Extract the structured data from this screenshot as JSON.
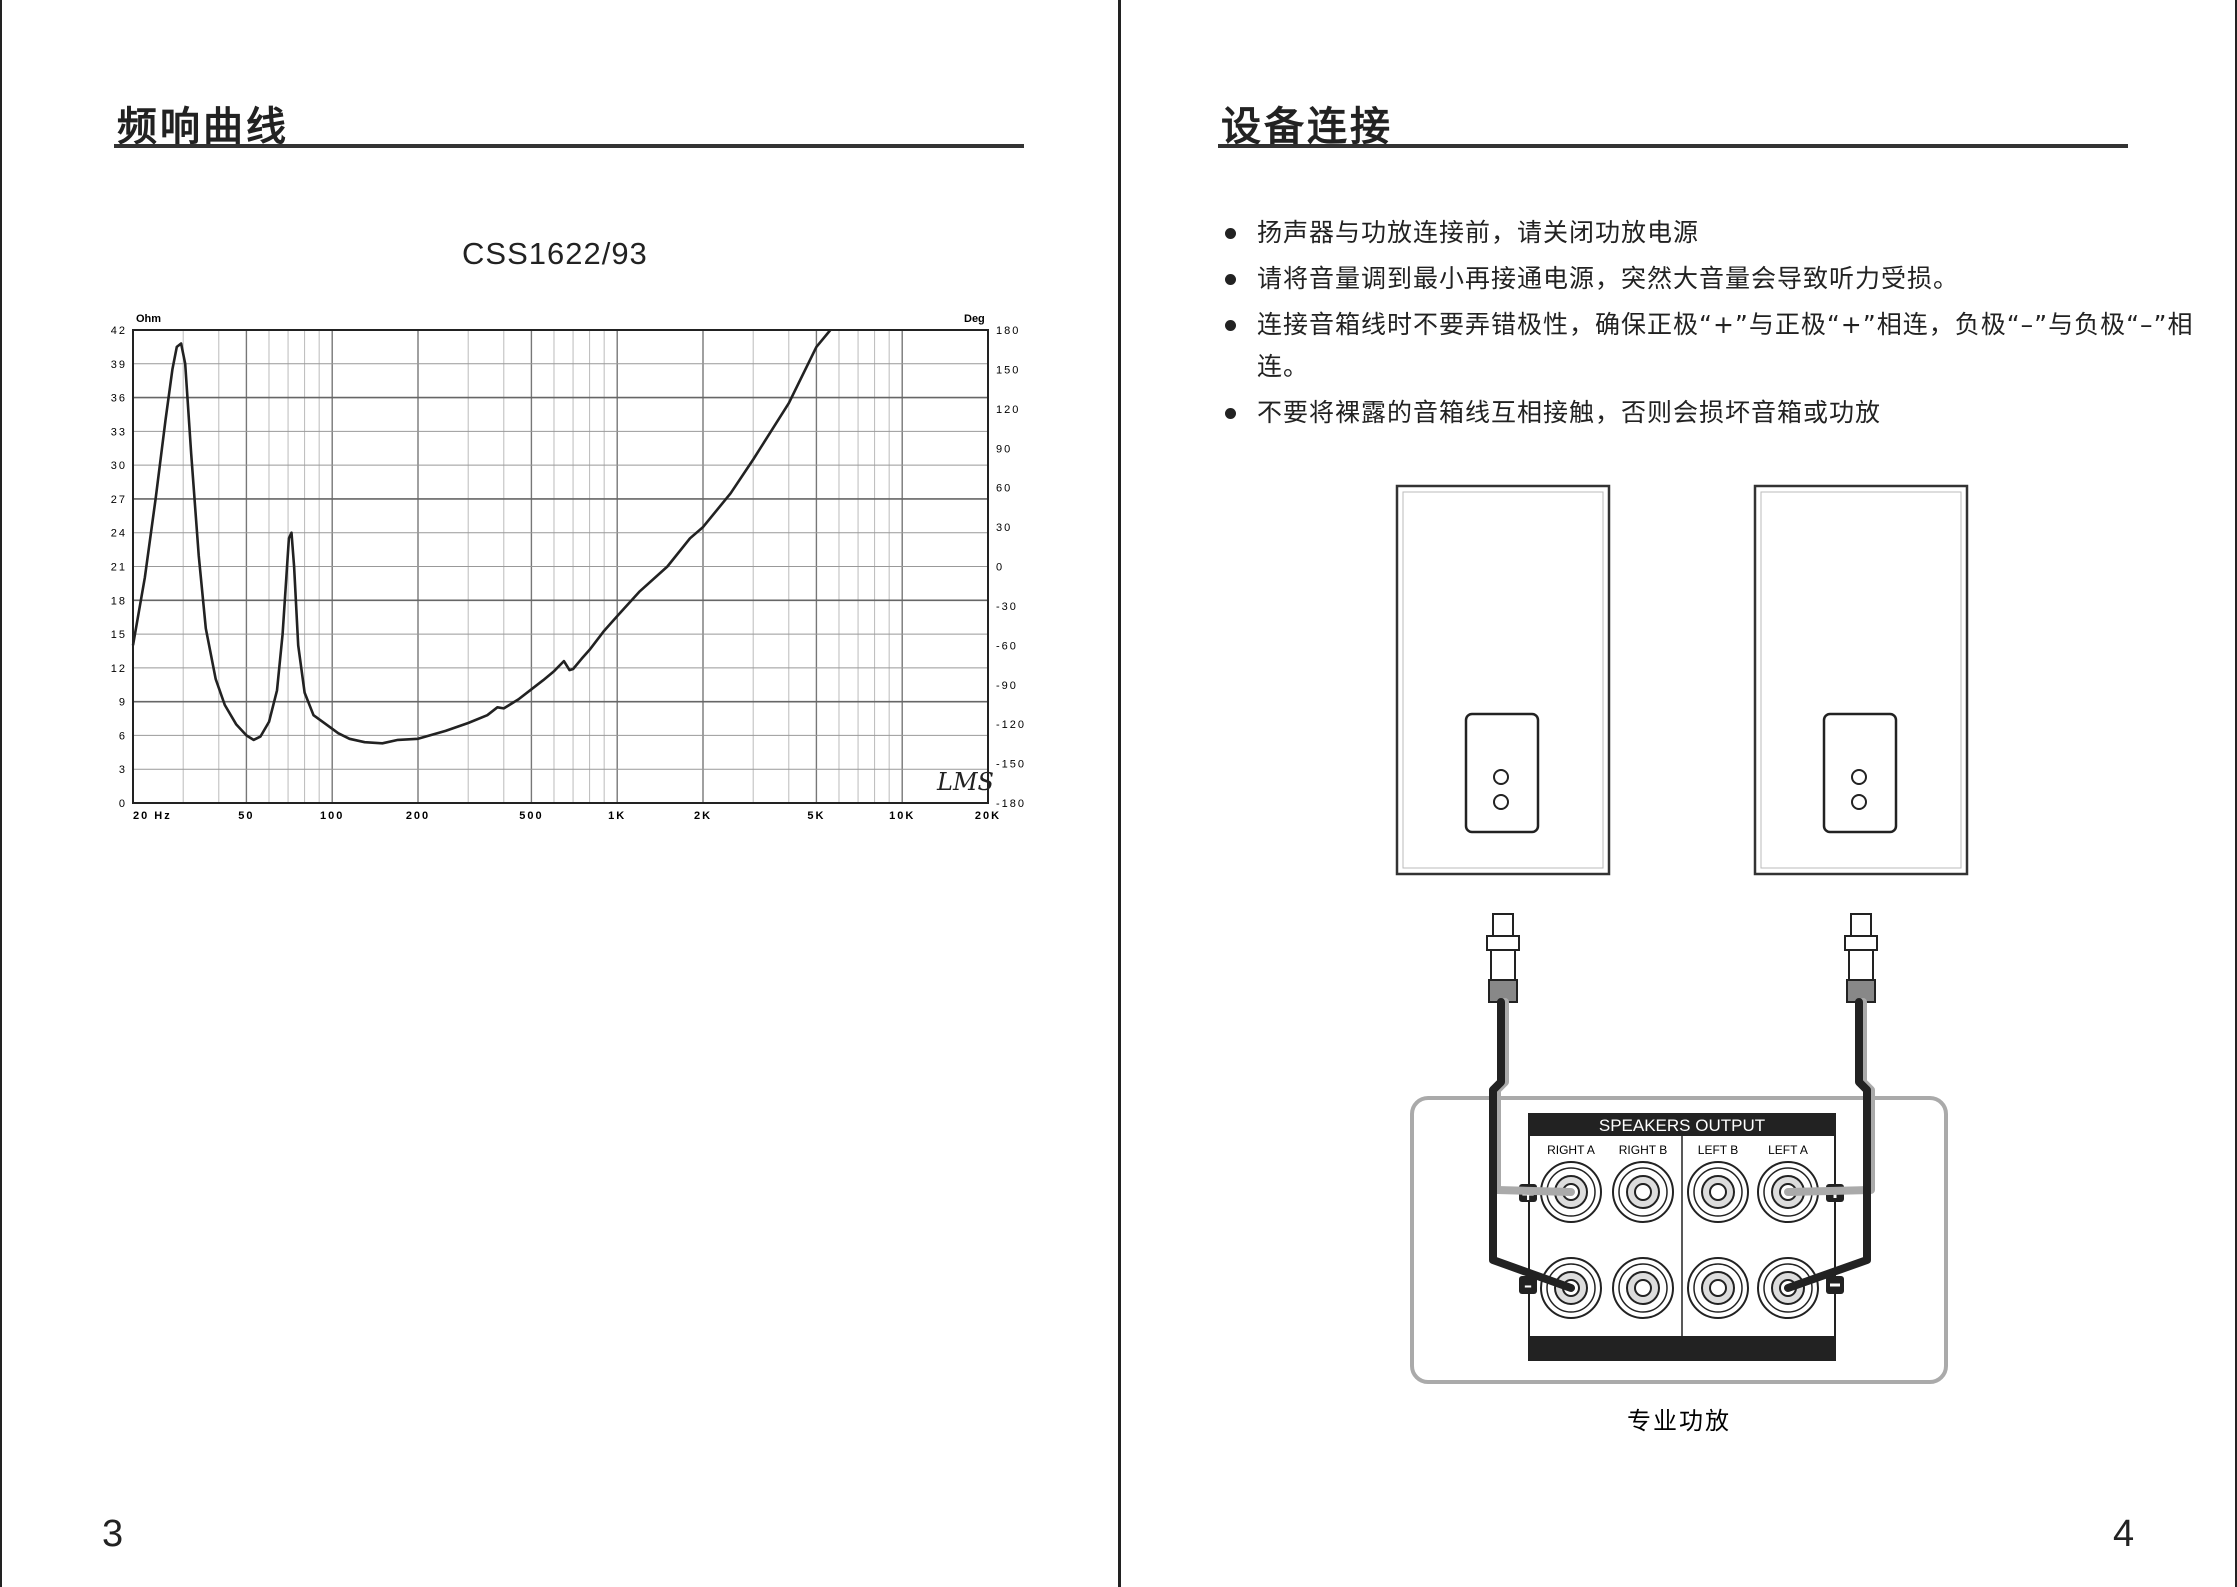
{
  "left_page": {
    "heading": "频响曲线",
    "chart_title": "CSS1622/93",
    "page_number": "3"
  },
  "right_page": {
    "heading": "设备连接",
    "bullets": [
      "扬声器与功放连接前，请关闭功放电源",
      "请将音量调到最小再接通电源，突然大音量会导致听力受损。",
      "连接音箱线时不要弄错极性，确保正极“+”与正极“+”相连，负极“–”与负极“–”相连。",
      "不要将裸露的音箱线互相接触，否则会损坏音箱或功放"
    ],
    "panel_title": "SPEAKERS OUTPUT",
    "channels": [
      "RIGHT A",
      "RIGHT B",
      "LEFT B",
      "LEFT A"
    ],
    "plus_sign": "+",
    "minus_sign": "–",
    "amplifier_label": "专业功放",
    "page_number": "4"
  },
  "chart_data": {
    "type": "line",
    "title": "",
    "xlabel": "",
    "ylabel": "Ohm",
    "y2label": "Deg",
    "x_scale": "log",
    "xlim": [
      20,
      20000
    ],
    "ylim": [
      0,
      42
    ],
    "y2lim": [
      -180,
      180
    ],
    "grid": true,
    "x_ticks": [
      {
        "value": 20,
        "label": "20 Hz"
      },
      {
        "value": 50,
        "label": "50"
      },
      {
        "value": 100,
        "label": "100"
      },
      {
        "value": 200,
        "label": "200"
      },
      {
        "value": 500,
        "label": "500"
      },
      {
        "value": 1000,
        "label": "1K"
      },
      {
        "value": 2000,
        "label": "2K"
      },
      {
        "value": 5000,
        "label": "5K"
      },
      {
        "value": 10000,
        "label": "10K"
      },
      {
        "value": 20000,
        "label": "20K"
      }
    ],
    "y_ticks": [
      0,
      3,
      6,
      9,
      12,
      15,
      18,
      21,
      24,
      27,
      30,
      33,
      36,
      39,
      42
    ],
    "y2_ticks": [
      180,
      150,
      120,
      90,
      60,
      30,
      0,
      -30,
      -60,
      -90,
      -120,
      -150,
      -180
    ],
    "logo": "LMS",
    "series": [
      {
        "x": [
          20,
          22,
          24,
          26,
          27.5,
          28.5,
          29.5,
          30.5,
          32,
          34,
          36,
          39,
          42,
          46,
          50,
          53,
          56,
          60,
          64,
          67,
          69,
          70.5,
          72,
          73.5,
          76,
          80,
          86,
          95,
          105,
          115,
          130,
          150,
          170,
          200,
          250,
          300,
          350,
          380,
          400,
          450,
          500,
          550,
          600,
          650,
          680,
          700,
          750,
          800,
          900,
          1000,
          1200,
          1500,
          1800,
          2000,
          2500,
          3000,
          4000,
          5000,
          5600
        ],
        "y": [
          14,
          20,
          27,
          34,
          38.5,
          40.5,
          40.8,
          39,
          31,
          22,
          15.5,
          11,
          8.7,
          7,
          6,
          5.6,
          5.9,
          7.2,
          10,
          15,
          20,
          23.5,
          24,
          21,
          14,
          9.8,
          7.8,
          7,
          6.2,
          5.7,
          5.4,
          5.3,
          5.6,
          5.7,
          6.4,
          7.1,
          7.8,
          8.5,
          8.4,
          9.2,
          10.1,
          10.9,
          11.7,
          12.6,
          11.8,
          11.9,
          12.8,
          13.6,
          15.3,
          16.6,
          18.8,
          21,
          23.5,
          24.5,
          27.5,
          30.5,
          35.5,
          40.5,
          42
        ]
      }
    ]
  }
}
